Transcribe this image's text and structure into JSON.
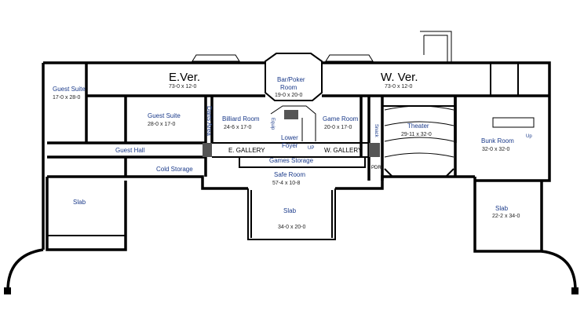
{
  "plan": {
    "verandas": [
      {
        "name": "E.Ver.",
        "dims": "73-0 x 12-0"
      },
      {
        "name": "W. Ver.",
        "dims": "73-0 x 12-0"
      }
    ],
    "rooms": [
      {
        "name": "Guest Suite",
        "dims": "17-0 x 28-0"
      },
      {
        "name": "Guest Suite",
        "dims": "28-0 x 17-0"
      },
      {
        "name": "Billiard Room",
        "dims": "24-6 x 17-0"
      },
      {
        "name": "Bar/Poker Room",
        "dims": "19-0 x 20-0"
      },
      {
        "name": "Game Room",
        "dims": "20-0 x 17-0"
      },
      {
        "name": "Theater",
        "dims": "29-11 x 32-0"
      },
      {
        "name": "Bunk Room",
        "dims": "32-0 x 32-0"
      },
      {
        "name": "Safe Room",
        "dims": "57-4 x 10-8"
      },
      {
        "name": "Slab",
        "dims": "34-0 x 20-0"
      },
      {
        "name": "Slab",
        "dims": "22-2 x 34-0"
      },
      {
        "name": "Slab",
        "dims": ""
      }
    ],
    "labels": {
      "guest_hall": "Guest Hall",
      "cold_storage": "Cold Storage",
      "e_gallery": "E. GALLERY",
      "w_gallery": "W. GALLERY",
      "games_storage": "Games Storage",
      "lower_foyer_1": "Lower",
      "lower_foyer_2": "Foyer",
      "darts_area": "Darts Area",
      "equip": "Equip",
      "snack": "Snack",
      "up1": "UP",
      "up2": "Up",
      "pdr": "PDR",
      "bar_1": "Bar/Poker",
      "bar_2": "Room"
    }
  }
}
